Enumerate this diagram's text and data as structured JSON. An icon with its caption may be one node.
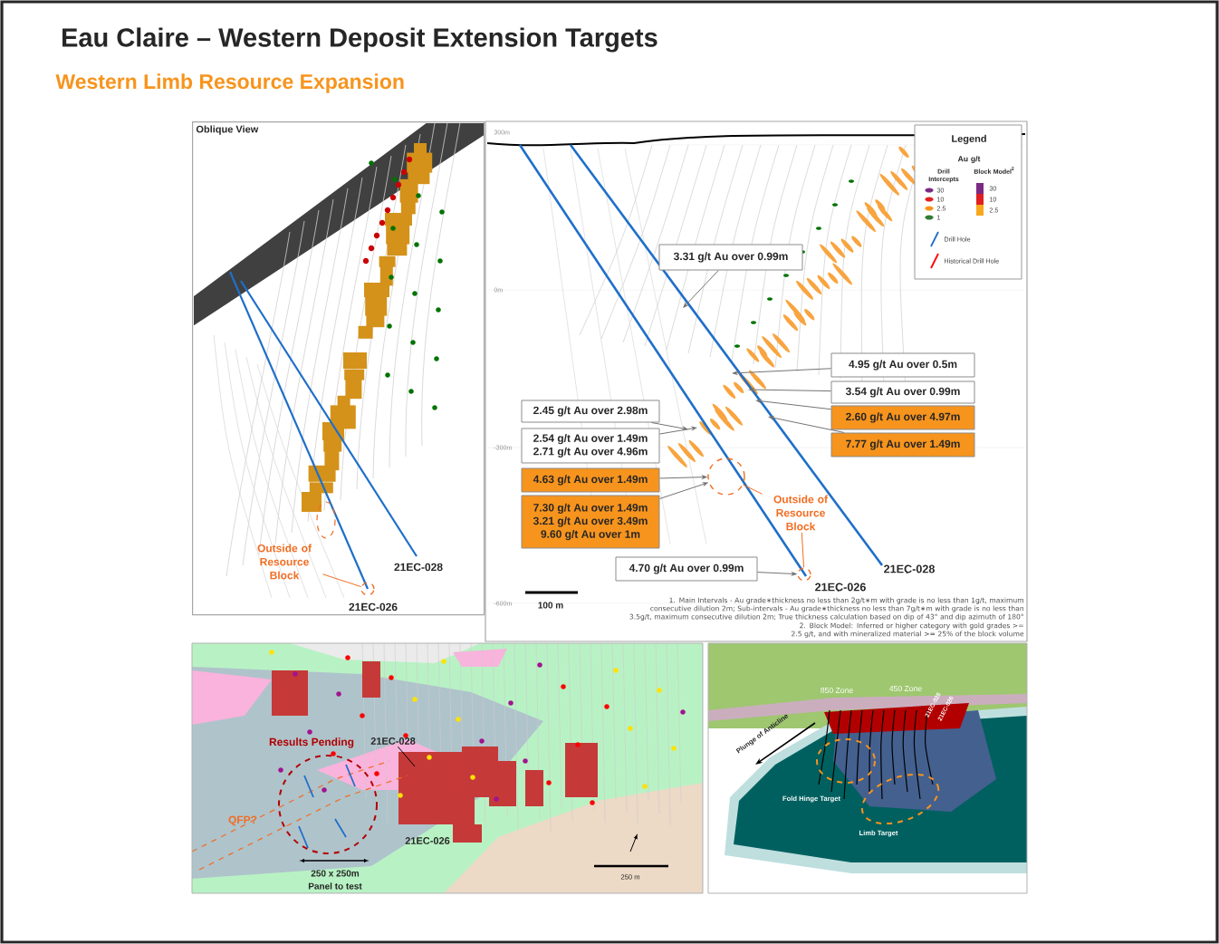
{
  "diagram": {
    "title": "Eau Claire – Western Deposit Extension Targets",
    "nodes": [
      {
        "text": [
          "Oblique View"
        ]
      },
      {
        "text": [
          "Outside of Resource Block"
        ],
        "in": 0
      },
      {
        "text": [],
        "shape": "circle",
        "in": 0
      },
      {
        "text": [
          "3.31 g/t Au over 0.99m"
        ]
      },
      {
        "text": [
          "4.95 g/t Au over 0.5m"
        ]
      },
      {
        "text": [
          "3.54 g/t Au over 0.99m"
        ]
      },
      {
        "text": [
          "2.60 g/t Au over 4.97m"
        ]
      },
      {
        "text": [
          "7.77 g/t Au over 1.49m"
        ]
      },
      {
        "text": [
          "2.45 g/t Au over 2.98m"
        ]
      },
      {
        "text": [
          "2.54 g/t Au over 1.49m",
          "2.71 g/t Au over 4.96m"
        ]
      },
      {
        "text": [
          "4.63 g/t Au over 1.49m"
        ]
      },
      {
        "text": [
          "7.30 g/t Au over 1.49m",
          "3.21 g/t Au over 3.49m",
          "9.60 g/t Au over 1m"
        ]
      },
      {
        "text": [
          "4.70 g/t Au over 0.99m"
        ]
      },
      {
        "text": [
          "Outside of Resource Block"
        ]
      },
      {
        "text": [],
        "shape": "circle"
      },
      {
        "text": [],
        "shape": "circle"
      },
      {
        "text": [
          "21EC-028"
        ]
      }
    ],
    "edges": [
      {
        "from": 1,
        "to": 2,
        "arrow": "none",
        "color": "#f26c21"
      },
      {
        "from": 3,
        "to": null,
        "arrow": "to"
      },
      {
        "from": 4,
        "to": null,
        "arrow": "to"
      },
      {
        "from": 5,
        "to": null,
        "arrow": "to"
      },
      {
        "from": 6,
        "to": null,
        "arrow": "to"
      },
      {
        "from": 7,
        "to": null,
        "arrow": "to"
      },
      {
        "from": 8,
        "to": null,
        "arrow": "to"
      },
      {
        "from": 9,
        "to": null,
        "arrow": "to"
      },
      {
        "from": 10,
        "to": 14,
        "arrow": "to"
      },
      {
        "from": 11,
        "to": 14,
        "arrow": "to"
      },
      {
        "from": 12,
        "to": 15,
        "arrow": "to"
      },
      {
        "from": 13,
        "to": 14,
        "arrow": "none",
        "color": "#f26c21"
      },
      {
        "from": 13,
        "to": 15,
        "arrow": "none",
        "color": "#f26c21"
      },
      {
        "from": 16,
        "to": null,
        "arrow": "none",
        "color": "#000000"
      }
    ],
    "labels": [
      "Western Limb Resource Expansion",
      "21EC-028",
      "21EC-026",
      "300m",
      "0m",
      "-300m",
      "-600m",
      "Legend",
      "Au g/t",
      "Drill Intercepts",
      "Block Model$^{2}$",
      "21EC-028",
      "21EC-026",
      "100 m",
      "1. Main Intervals - Au grade∗thickness no less than 2g/t∗m with grade is no less than 1g/t, maximum consecutive dilution 2m; Sub-intervals - Au grade∗thickness no less than 7g/t∗m with grade is no less than 3.5g/t, maximum consecutive dilution 2m; True thickness calculation based on dip of 43° and dip azimuth of 180°",
      "2. Block Model: Inferred or higher category with gold grades >= 2.5 g/t, and with mineralized material >= 25% of the block volume",
      "Results Pending",
      "QFP?",
      "21EC-026",
      "250 x 250m",
      "Panel to test",
      "250 m",
      "850 Zone",
      "450 Zone",
      "21EC-028",
      "21EC-026",
      "Plunge of Anticline",
      "Fold Hinge Target",
      "Limb Target"
    ],
    "legend": [
      {
        "text": "30",
        "color": "#7b2a83"
      },
      {
        "text": "10",
        "color": "#e02020"
      },
      {
        "text": "2.5",
        "color": "#f7941d"
      },
      {
        "text": "1",
        "color": "#2e7d32"
      },
      {
        "text": "30",
        "color": "#7b2a83"
      },
      {
        "text": "10",
        "color": "#e02020"
      },
      {
        "text": "2.5",
        "color": "#f7a81d"
      },
      {
        "text": "Drill Hole"
      },
      {
        "text": "Historical Drill Hole"
      }
    ]
  }
}
